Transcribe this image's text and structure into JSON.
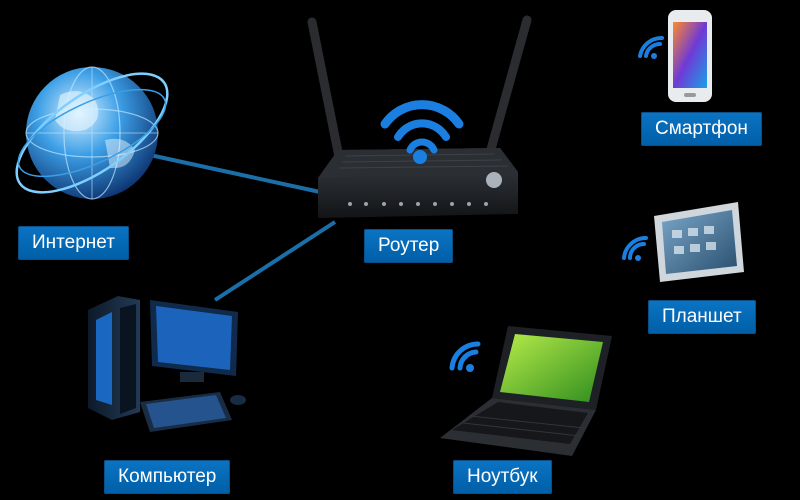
{
  "labels": {
    "internet": "Интернет",
    "router": "Роутер",
    "smartphone": "Смартфон",
    "tablet": "Планшет",
    "computer": "Компьютер",
    "laptop": "Ноутбук"
  },
  "colors": {
    "background": "#000000",
    "label_bg": "#0b6fbd",
    "link_line": "#1b6fa8",
    "wifi": "#1a7fe0"
  },
  "icons": [
    "globe-icon",
    "router-icon",
    "smartphone-icon",
    "tablet-icon",
    "laptop-icon",
    "computer-icon",
    "wifi-icon"
  ]
}
